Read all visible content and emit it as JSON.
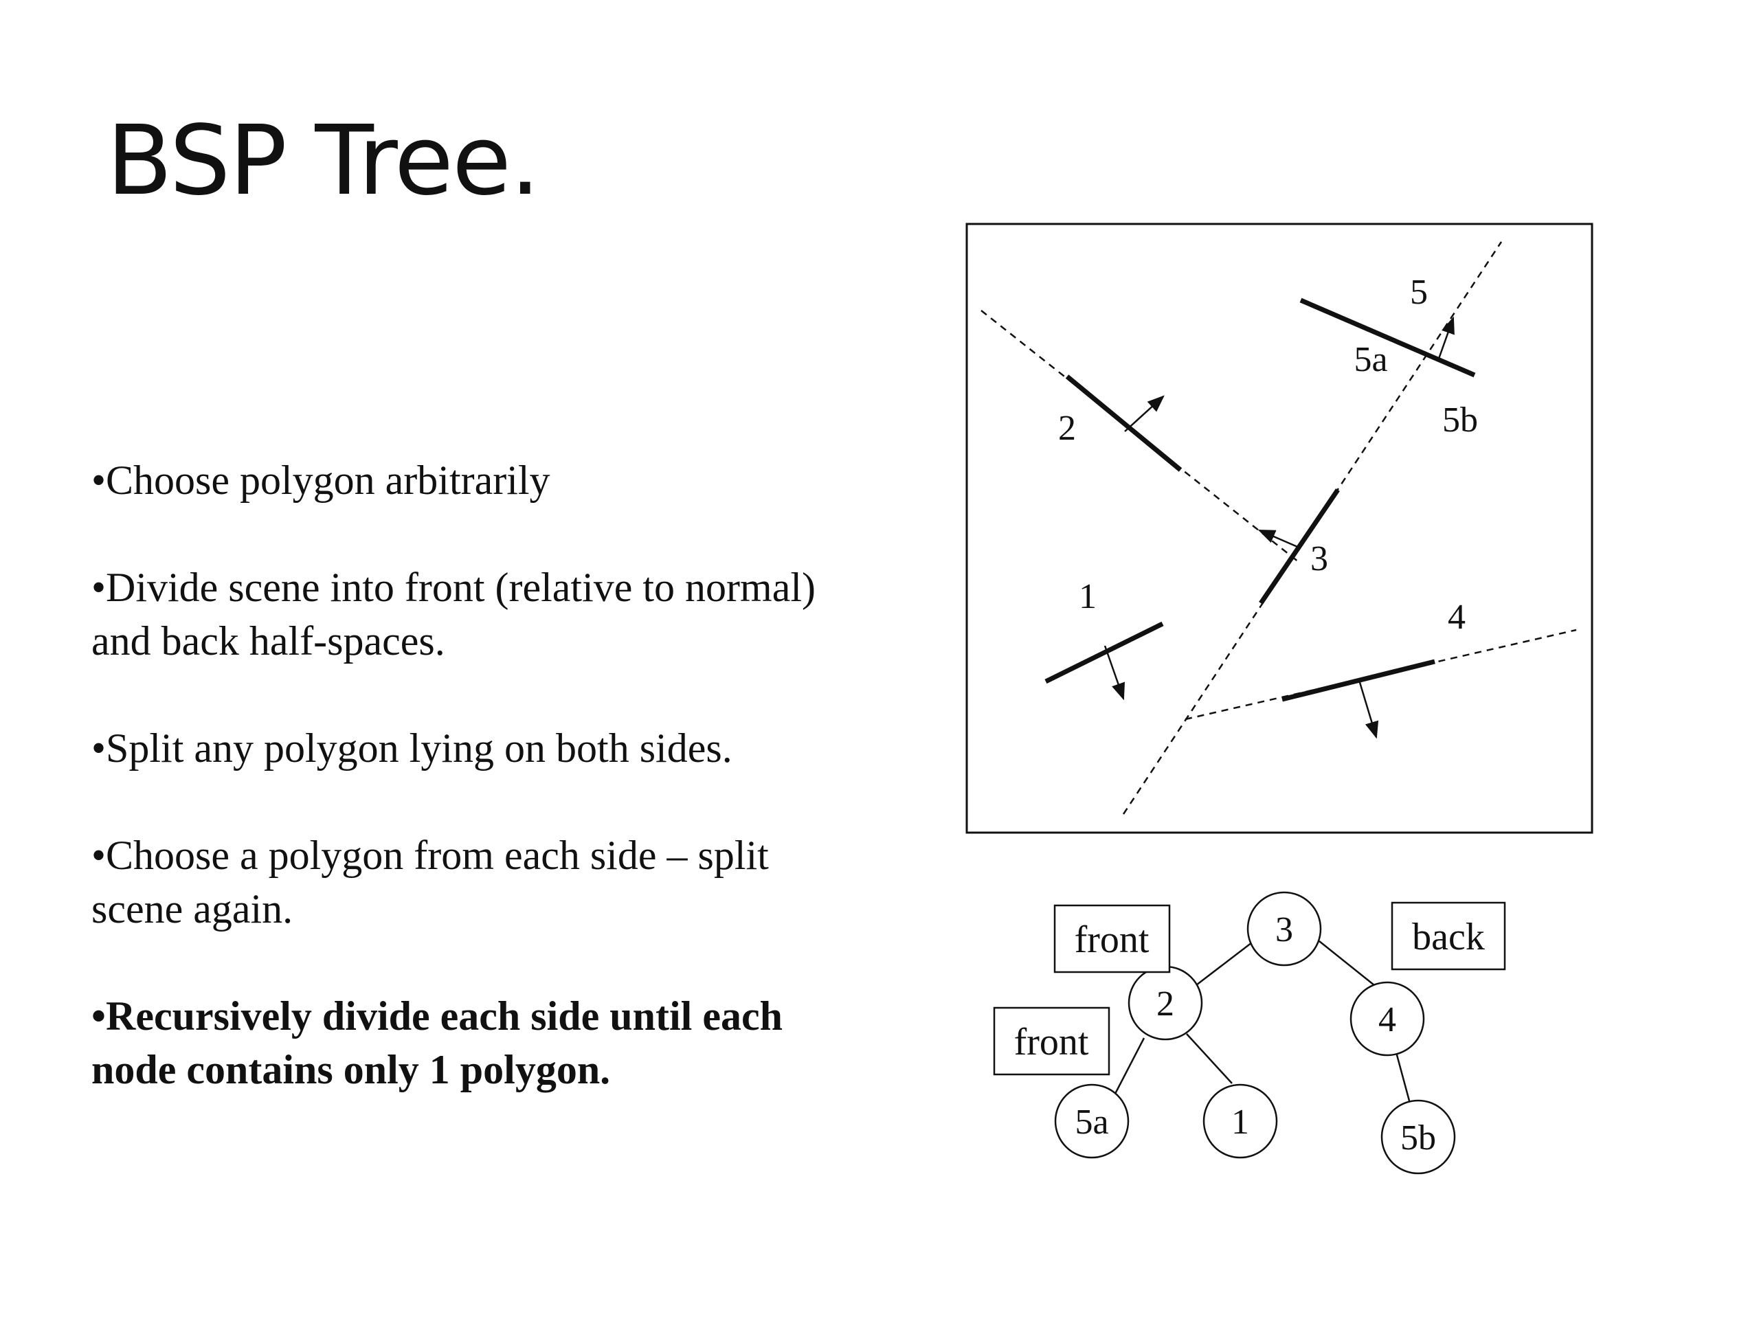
{
  "slide": {
    "title": "BSP Tree."
  },
  "bullets": [
    {
      "text": "•Choose polygon arbitrarily",
      "bold": false
    },
    {
      "text": "•Divide scene into front (relative to normal) and back half-spaces.",
      "bold": false
    },
    {
      "text": "•Split any polygon lying on both sides.",
      "bold": false
    },
    {
      "text": "•Choose a polygon from each side – split scene again.",
      "bold": false
    },
    {
      "text": "•Recursively divide each side until each node contains only 1 polygon.",
      "bold": true
    }
  ],
  "scene": {
    "polygon_labels": {
      "p1": "1",
      "p2": "2",
      "p3": "3",
      "p4": "4",
      "p5": "5",
      "p5a": "5a",
      "p5b": "5b"
    }
  },
  "tree": {
    "nodes": {
      "n3": "3",
      "n2": "2",
      "n4": "4",
      "n5a": "5a",
      "n1": "1",
      "n5b": "5b"
    },
    "edge_labels": {
      "front_top": "front",
      "back_top": "back",
      "front_left": "front"
    }
  },
  "colors": {
    "ink": "#111111",
    "background": "#ffffff"
  }
}
